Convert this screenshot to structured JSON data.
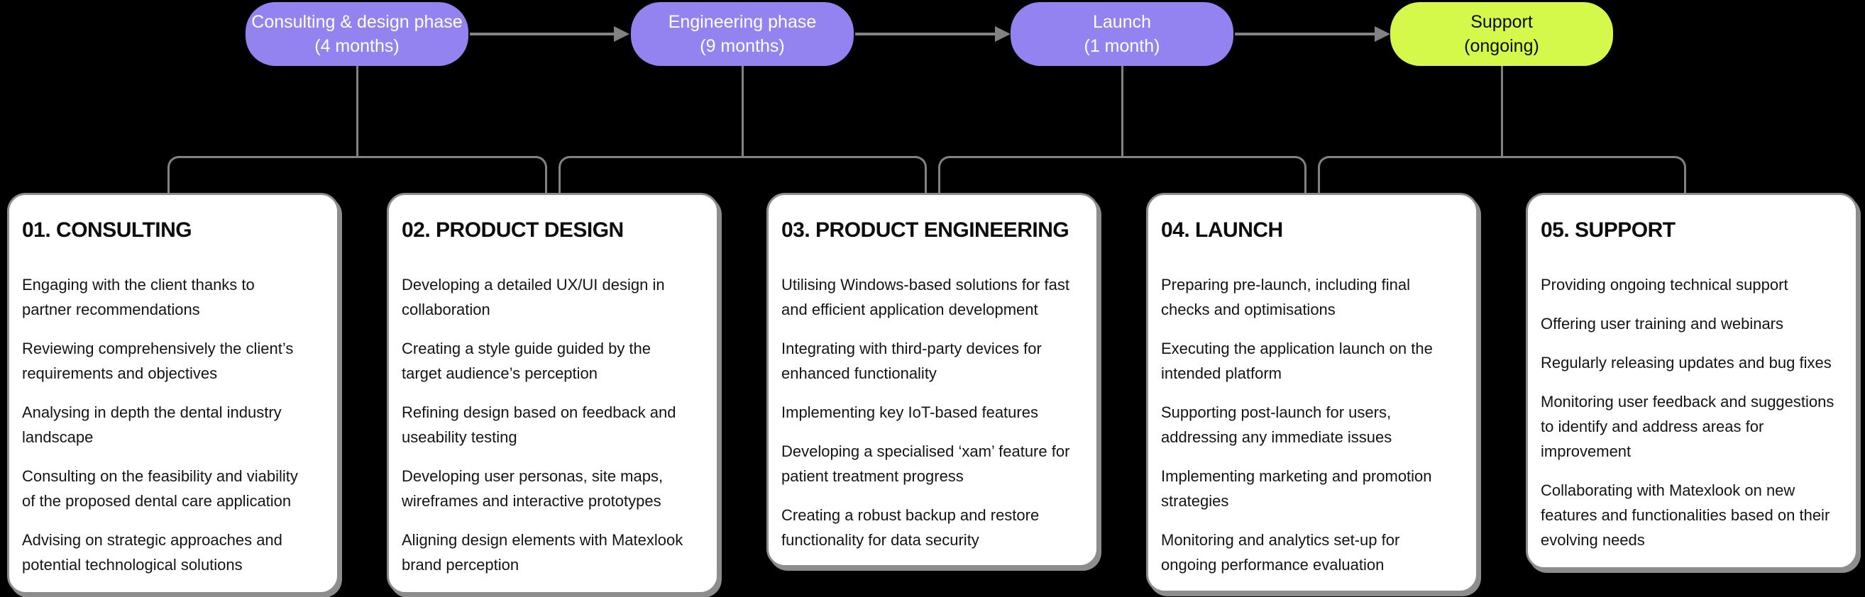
{
  "colors": {
    "background": "#000000",
    "purple": "#9283F1",
    "lime": "#D4F94A",
    "line": "#828282",
    "card_bg": "#FFFFFF",
    "card_border": "#8D8D8D"
  },
  "phases": [
    {
      "line1": "Consulting & design phase",
      "line2": "(4 months)",
      "color": "#9283F1"
    },
    {
      "line1": "Engineering phase",
      "line2": "(9 months)",
      "color": "#9283F1"
    },
    {
      "line1": "Launch",
      "line2": "(1 month)",
      "color": "#9283F1"
    },
    {
      "line1": "Support",
      "line2": "(ongoing)",
      "color": "#D4F94A"
    }
  ],
  "cards": [
    {
      "title": "01. CONSULTING",
      "items": [
        "Engaging with the client thanks to\npartner recommendations",
        "Reviewing comprehensively the client’s\nrequirements and objectives",
        "Analysing in depth the dental industry\nlandscape",
        "Consulting on the feasibility and viability\nof the proposed dental care application",
        "Advising on strategic approaches and\npotential technological solutions"
      ]
    },
    {
      "title": "02. PRODUCT DESIGN",
      "items": [
        "Developing a detailed UX/UI design in\ncollaboration",
        "Creating a style guide guided by the\ntarget audience’s perception",
        "Refining design based on feedback and\nuseability testing",
        "Developing  user personas, site maps,\nwireframes and interactive prototypes",
        "Aligning design elements with Matexlook\nbrand perception"
      ]
    },
    {
      "title": "03. PRODUCT ENGINEERING",
      "items": [
        "Utilising Windows-based solutions for fast\nand efficient application development",
        "Integrating with third-party devices for\nenhanced functionality",
        "Implementing key IoT-based features",
        "Developing a specialised ‘xam’ feature for\npatient treatment progress",
        "Creating a robust backup and restore\nfunctionality for data security"
      ]
    },
    {
      "title": "04. LAUNCH",
      "items": [
        "Preparing pre-launch, including final\nchecks and optimisations",
        "Executing the application launch on the\nintended platform",
        "Supporting post-launch for users,\naddressing any immediate issues",
        "Implementing marketing and promotion\nstrategies",
        "Monitoring and analytics set-up for\nongoing performance evaluation"
      ]
    },
    {
      "title": "05. SUPPORT",
      "items": [
        "Providing ongoing technical support",
        "Offering user training and webinars",
        "Regularly releasing updates and bug fixes",
        "Monitoring user feedback and suggestions\nto identify and address areas for\nimprovement",
        "Collaborating with Matexlook on new\nfeatures and functionalities based on their\nevolving needs"
      ]
    }
  ]
}
